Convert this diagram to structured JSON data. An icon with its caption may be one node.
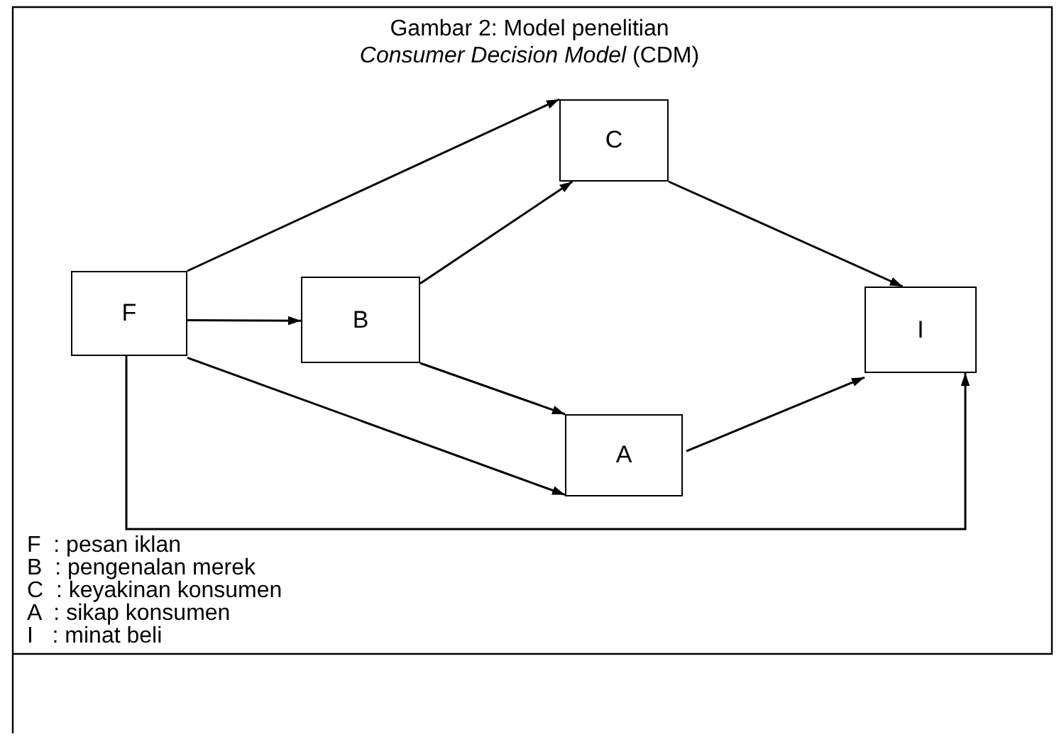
{
  "diagram": {
    "title": "Gambar 2: Model penelitian",
    "caption": "*Consumer Decision Model* (CDM)",
    "nodes": [
      {
        "text": [
          "C"
        ]
      },
      {
        "text": [
          "F"
        ]
      },
      {
        "text": [
          "B"
        ]
      },
      {
        "text": [
          "I"
        ]
      },
      {
        "text": [
          "A"
        ]
      }
    ],
    "edges": [
      {
        "from": 1,
        "to": 0,
        "arrow": "to"
      },
      {
        "from": 1,
        "to": 2,
        "arrow": "to"
      },
      {
        "from": 2,
        "to": 0,
        "arrow": "to"
      },
      {
        "from": 0,
        "to": 3,
        "arrow": "to"
      },
      {
        "from": 2,
        "to": 4,
        "arrow": "to"
      },
      {
        "from": 1,
        "to": 4,
        "arrow": "to"
      },
      {
        "from": 4,
        "to": 3,
        "arrow": "to"
      },
      {
        "from": 1,
        "to": 3,
        "arrow": "to"
      }
    ],
    "labels": [
      "F  : pesan iklan",
      "B  : pengenalan merek",
      "C  : keyakinan konsumen",
      "A  : sikap konsumen",
      "I   : minat beli"
    ]
  }
}
